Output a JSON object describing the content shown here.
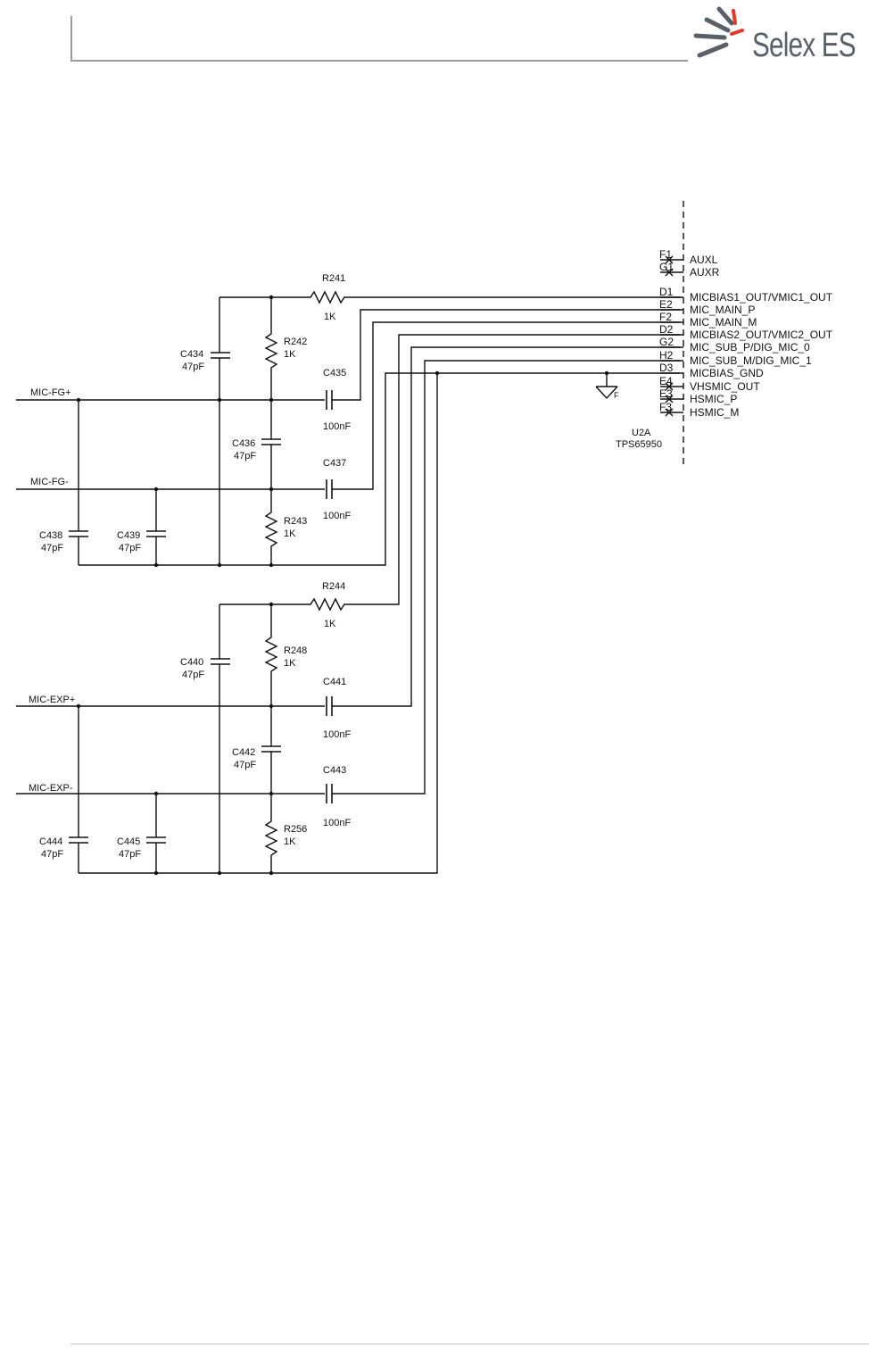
{
  "header": {
    "logo_text": "Selex ES",
    "accent_color": "#e23a2a",
    "logo_color": "#5a6068"
  },
  "nets": {
    "mic_fg_p": "MIC-FG+",
    "mic_fg_n": "MIC-FG-",
    "mic_exp_p": "MIC-EXP+",
    "mic_exp_n": "MIC-EXP-"
  },
  "components": {
    "R241": {
      "ref": "R241",
      "value": "1K"
    },
    "R242": {
      "ref": "R242",
      "value": "1K"
    },
    "R243": {
      "ref": "R243",
      "value": "1K"
    },
    "R244": {
      "ref": "R244",
      "value": "1K"
    },
    "R248": {
      "ref": "R248",
      "value": "1K"
    },
    "R256": {
      "ref": "R256",
      "value": "1K"
    },
    "C434": {
      "ref": "C434",
      "value": "47pF"
    },
    "C435": {
      "ref": "C435",
      "value": "100nF"
    },
    "C436": {
      "ref": "C436",
      "value": "47pF"
    },
    "C437": {
      "ref": "C437",
      "value": "100nF"
    },
    "C438": {
      "ref": "C438",
      "value": "47pF"
    },
    "C439": {
      "ref": "C439",
      "value": "47pF"
    },
    "C440": {
      "ref": "C440",
      "value": "47pF"
    },
    "C441": {
      "ref": "C441",
      "value": "100nF"
    },
    "C442": {
      "ref": "C442",
      "value": "47pF"
    },
    "C443": {
      "ref": "C443",
      "value": "100nF"
    },
    "C444": {
      "ref": "C444",
      "value": "47pF"
    },
    "C445": {
      "ref": "C445",
      "value": "47pF"
    }
  },
  "ic": {
    "ref": "U2A",
    "part": "TPS65950",
    "ground_label": "F",
    "pins": [
      {
        "num": "F1",
        "name": "AUXL"
      },
      {
        "num": "G1",
        "name": "AUXR"
      },
      {
        "num": "D1",
        "name": "MICBIAS1_OUT/VMIC1_OUT"
      },
      {
        "num": "E2",
        "name": "MIC_MAIN_P"
      },
      {
        "num": "F2",
        "name": "MIC_MAIN_M"
      },
      {
        "num": "D2",
        "name": "MICBIAS2_OUT/VMIC2_OUT"
      },
      {
        "num": "G2",
        "name": "MIC_SUB_P/DIG_MIC_0"
      },
      {
        "num": "H2",
        "name": "MIC_SUB_M/DIG_MIC_1"
      },
      {
        "num": "D3",
        "name": "MICBIAS_GND"
      },
      {
        "num": "E4",
        "name": "VHSMIC_OUT"
      },
      {
        "num": "E3",
        "name": "HSMIC_P"
      },
      {
        "num": "F3",
        "name": "HSMIC_M"
      }
    ]
  }
}
